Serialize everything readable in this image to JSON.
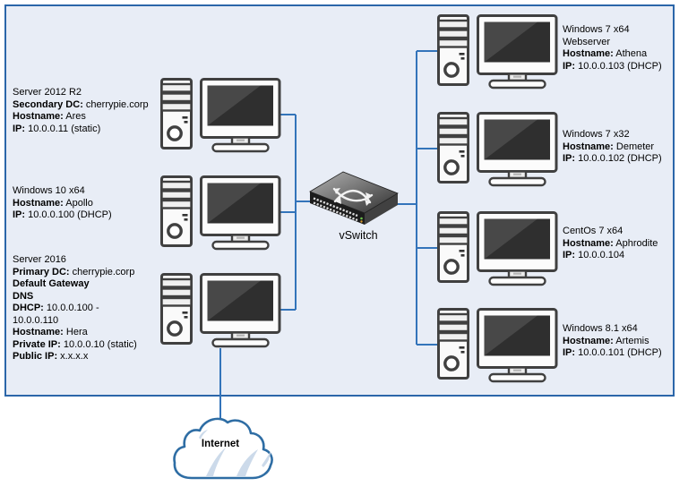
{
  "diagram": {
    "vswitch": {
      "label": "vSwitch"
    },
    "internet": {
      "label": "Internet"
    },
    "left_computers": [
      {
        "id": "ares",
        "lines": [
          {
            "t": "Server 2012 R2"
          },
          {
            "b": "Secondary DC:",
            "t": " cherrypie.corp"
          },
          {
            "b": "Hostname:",
            "t": " Ares"
          },
          {
            "b": "IP:",
            "t": " 10.0.0.11 (static)"
          }
        ]
      },
      {
        "id": "apollo",
        "lines": [
          {
            "t": "Windows 10 x64"
          },
          {
            "b": "Hostname:",
            "t": " Apollo"
          },
          {
            "b": "IP:",
            "t": " 10.0.0.100 (DHCP)"
          }
        ]
      },
      {
        "id": "hera",
        "lines": [
          {
            "t": "Server 2016"
          },
          {
            "b": "Primary DC:",
            "t": " cherrypie.corp"
          },
          {
            "b": "Default Gateway"
          },
          {
            "b": "DNS"
          },
          {
            "b": "DHCP:",
            "t": " 10.0.0.100 -"
          },
          {
            "t": "10.0.0.110"
          },
          {
            "b": "Hostname:",
            "t": " Hera"
          },
          {
            "b": "Private IP:",
            "t": " 10.0.0.10 (static)"
          },
          {
            "b": "Public IP:",
            "t": " x.x.x.x"
          }
        ]
      }
    ],
    "right_computers": [
      {
        "id": "athena",
        "lines": [
          {
            "t": "Windows 7 x64"
          },
          {
            "t": "Webserver"
          },
          {
            "b": "Hostname:",
            "t": " Athena"
          },
          {
            "b": "IP:",
            "t": " 10.0.0.103 (DHCP)"
          }
        ]
      },
      {
        "id": "demeter",
        "lines": [
          {
            "t": "Windows 7 x32"
          },
          {
            "b": "Hostname:",
            "t": " Demeter"
          },
          {
            "b": "IP:",
            "t": " 10.0.0.102 (DHCP)"
          }
        ]
      },
      {
        "id": "aphrodite",
        "lines": [
          {
            "t": "CentOs 7 x64"
          },
          {
            "b": "Hostname:",
            "t": " Aphrodite"
          },
          {
            "b": "IP:",
            "t": " 10.0.0.104"
          }
        ]
      },
      {
        "id": "artemis",
        "lines": [
          {
            "t": "Windows 8.1 x64"
          },
          {
            "b": "Hostname:",
            "t": " Artemis"
          },
          {
            "b": "IP:",
            "t": " 10.0.0.101 (DHCP)"
          }
        ]
      }
    ],
    "colors": {
      "lan_fill": "#e8edf6",
      "lan_border": "#2b66a9",
      "wire": "#3374ba",
      "device_outline": "#404040",
      "screen_dark": "#2f2f2f",
      "screen_sheen": "#484848",
      "cloud_border": "#2e6da4",
      "cloud_sheen": "#ccdaea",
      "switch_dark": "#1c1c1c"
    }
  }
}
